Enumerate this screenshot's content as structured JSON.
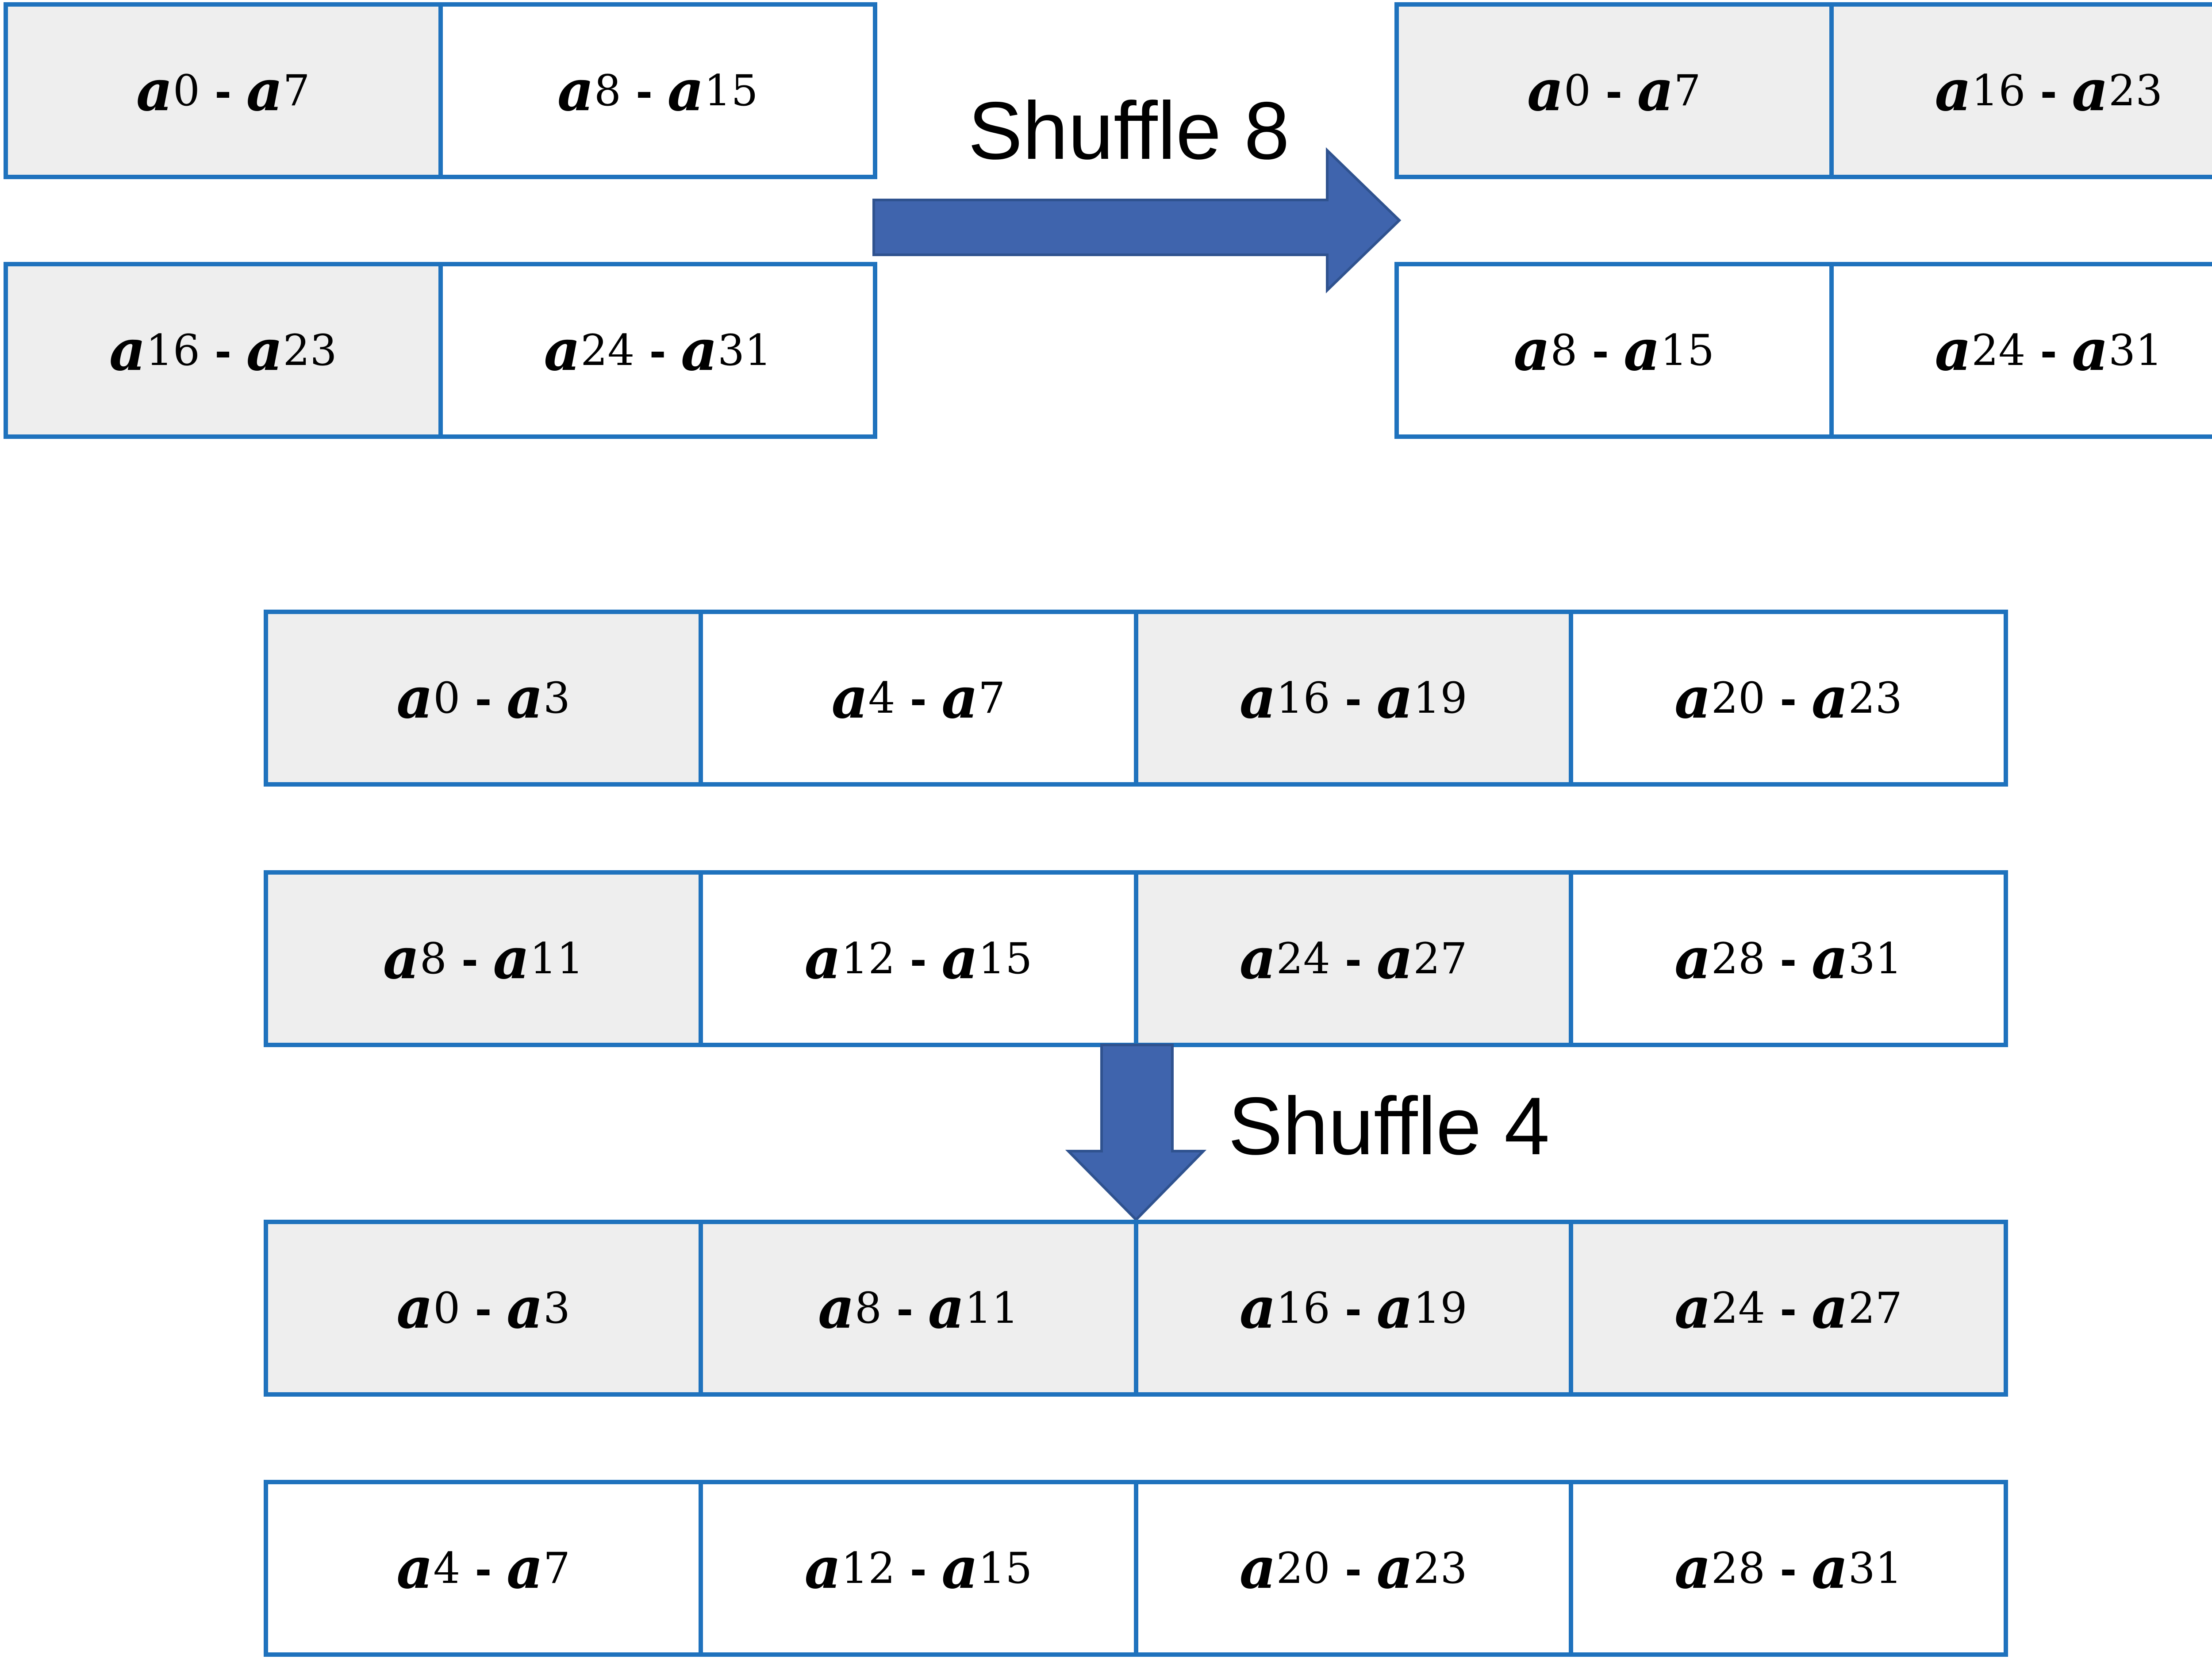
{
  "colors": {
    "border": "#1f72bd",
    "shaded": "#eeeeee",
    "arrow": "#3f64ad",
    "arrow_edge": "#2f528f"
  },
  "stage1": {
    "label": "Shuffle 8",
    "input": [
      [
        {
          "from": "0",
          "to": "7",
          "shaded": true
        },
        {
          "from": "8",
          "to": "15",
          "shaded": false
        }
      ],
      [
        {
          "from": "16",
          "to": "23",
          "shaded": true
        },
        {
          "from": "24",
          "to": "31",
          "shaded": false
        }
      ]
    ],
    "output": [
      [
        {
          "from": "0",
          "to": "7",
          "shaded": true
        },
        {
          "from": "16",
          "to": "23",
          "shaded": true
        }
      ],
      [
        {
          "from": "8",
          "to": "15",
          "shaded": false
        },
        {
          "from": "24",
          "to": "31",
          "shaded": false
        }
      ]
    ]
  },
  "stage2": {
    "label": "Shuffle 4",
    "input": [
      [
        {
          "from": "0",
          "to": "3",
          "shaded": true
        },
        {
          "from": "4",
          "to": "7",
          "shaded": false
        },
        {
          "from": "16",
          "to": "19",
          "shaded": true
        },
        {
          "from": "20",
          "to": "23",
          "shaded": false
        }
      ],
      [
        {
          "from": "8",
          "to": "11",
          "shaded": true
        },
        {
          "from": "12",
          "to": "15",
          "shaded": false
        },
        {
          "from": "24",
          "to": "27",
          "shaded": true
        },
        {
          "from": "28",
          "to": "31",
          "shaded": false
        }
      ]
    ],
    "output": [
      [
        {
          "from": "0",
          "to": "3",
          "shaded": true
        },
        {
          "from": "8",
          "to": "11",
          "shaded": true
        },
        {
          "from": "16",
          "to": "19",
          "shaded": true
        },
        {
          "from": "24",
          "to": "27",
          "shaded": true
        }
      ],
      [
        {
          "from": "4",
          "to": "7",
          "shaded": false
        },
        {
          "from": "12",
          "to": "15",
          "shaded": false
        },
        {
          "from": "20",
          "to": "23",
          "shaded": false
        },
        {
          "from": "28",
          "to": "31",
          "shaded": false
        }
      ]
    ]
  }
}
